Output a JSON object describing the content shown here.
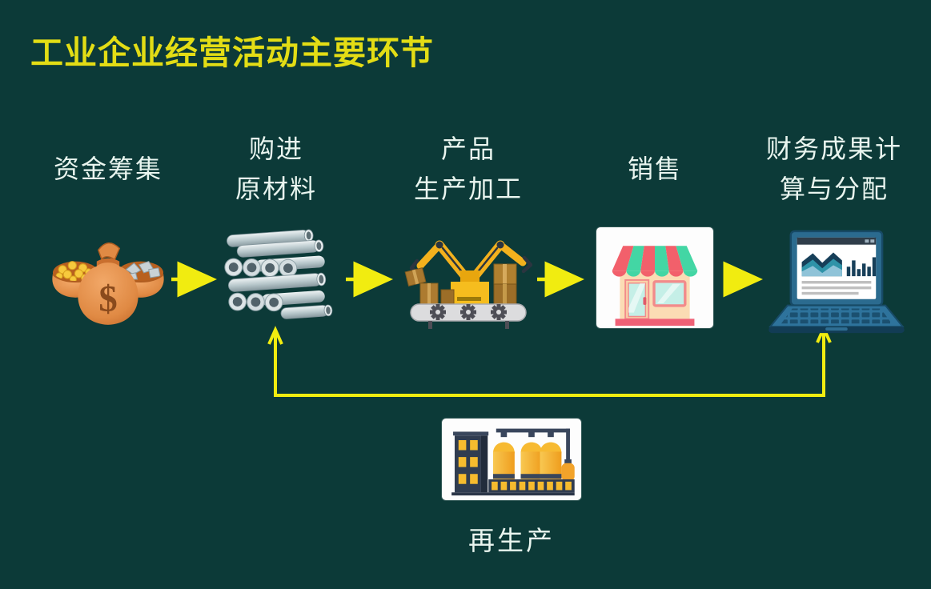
{
  "title": "工业企业经营活动主要环节",
  "colors": {
    "background": "#0c3a38",
    "title_yellow": "#e3dd15",
    "arrow_yellow": "#f1ec10",
    "label_white": "#e9f5ef",
    "store_red": "#f2606b",
    "store_teal": "#43d6a4",
    "machine_yellow": "#f3b11d",
    "laptop_blue": "#2b6b8f",
    "factory_navy": "#303c50",
    "factory_gold": "#f6bb2e"
  },
  "stages": [
    {
      "label_lines": [
        "资金筹集"
      ],
      "icon": "money-bags-icon"
    },
    {
      "label_lines": [
        "购进",
        "原材料"
      ],
      "icon": "metal-pipes-icon"
    },
    {
      "label_lines": [
        "产品",
        "生产加工"
      ],
      "icon": "robotic-arm-conveyor-icon"
    },
    {
      "label_lines": [
        "销售"
      ],
      "icon": "storefront-icon"
    },
    {
      "label_lines": [
        "财务成果计",
        "算与分配"
      ],
      "icon": "laptop-analytics-icon"
    }
  ],
  "flow": {
    "arrow_count": 4,
    "direction": "left-to-right"
  },
  "feedback": {
    "label": "再生产",
    "icon": "factory-icon",
    "loop": "from financial-results back up to purchase-raw-materials"
  }
}
